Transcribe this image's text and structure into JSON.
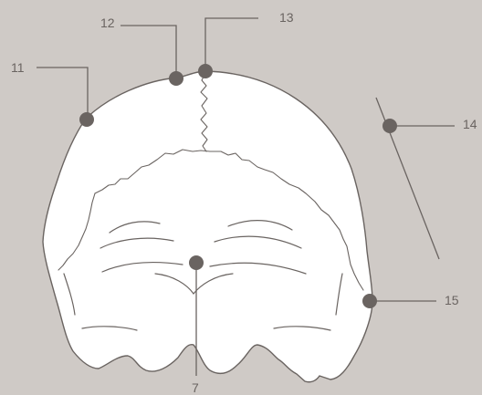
{
  "diagram": {
    "background_color": "#cfcac6",
    "line_color": "#6a6461",
    "bone_color": "#ffffff",
    "labels": {
      "l11": "11",
      "l12": "12",
      "l13": "13",
      "l14": "14",
      "l15": "15",
      "l7": "7"
    }
  }
}
